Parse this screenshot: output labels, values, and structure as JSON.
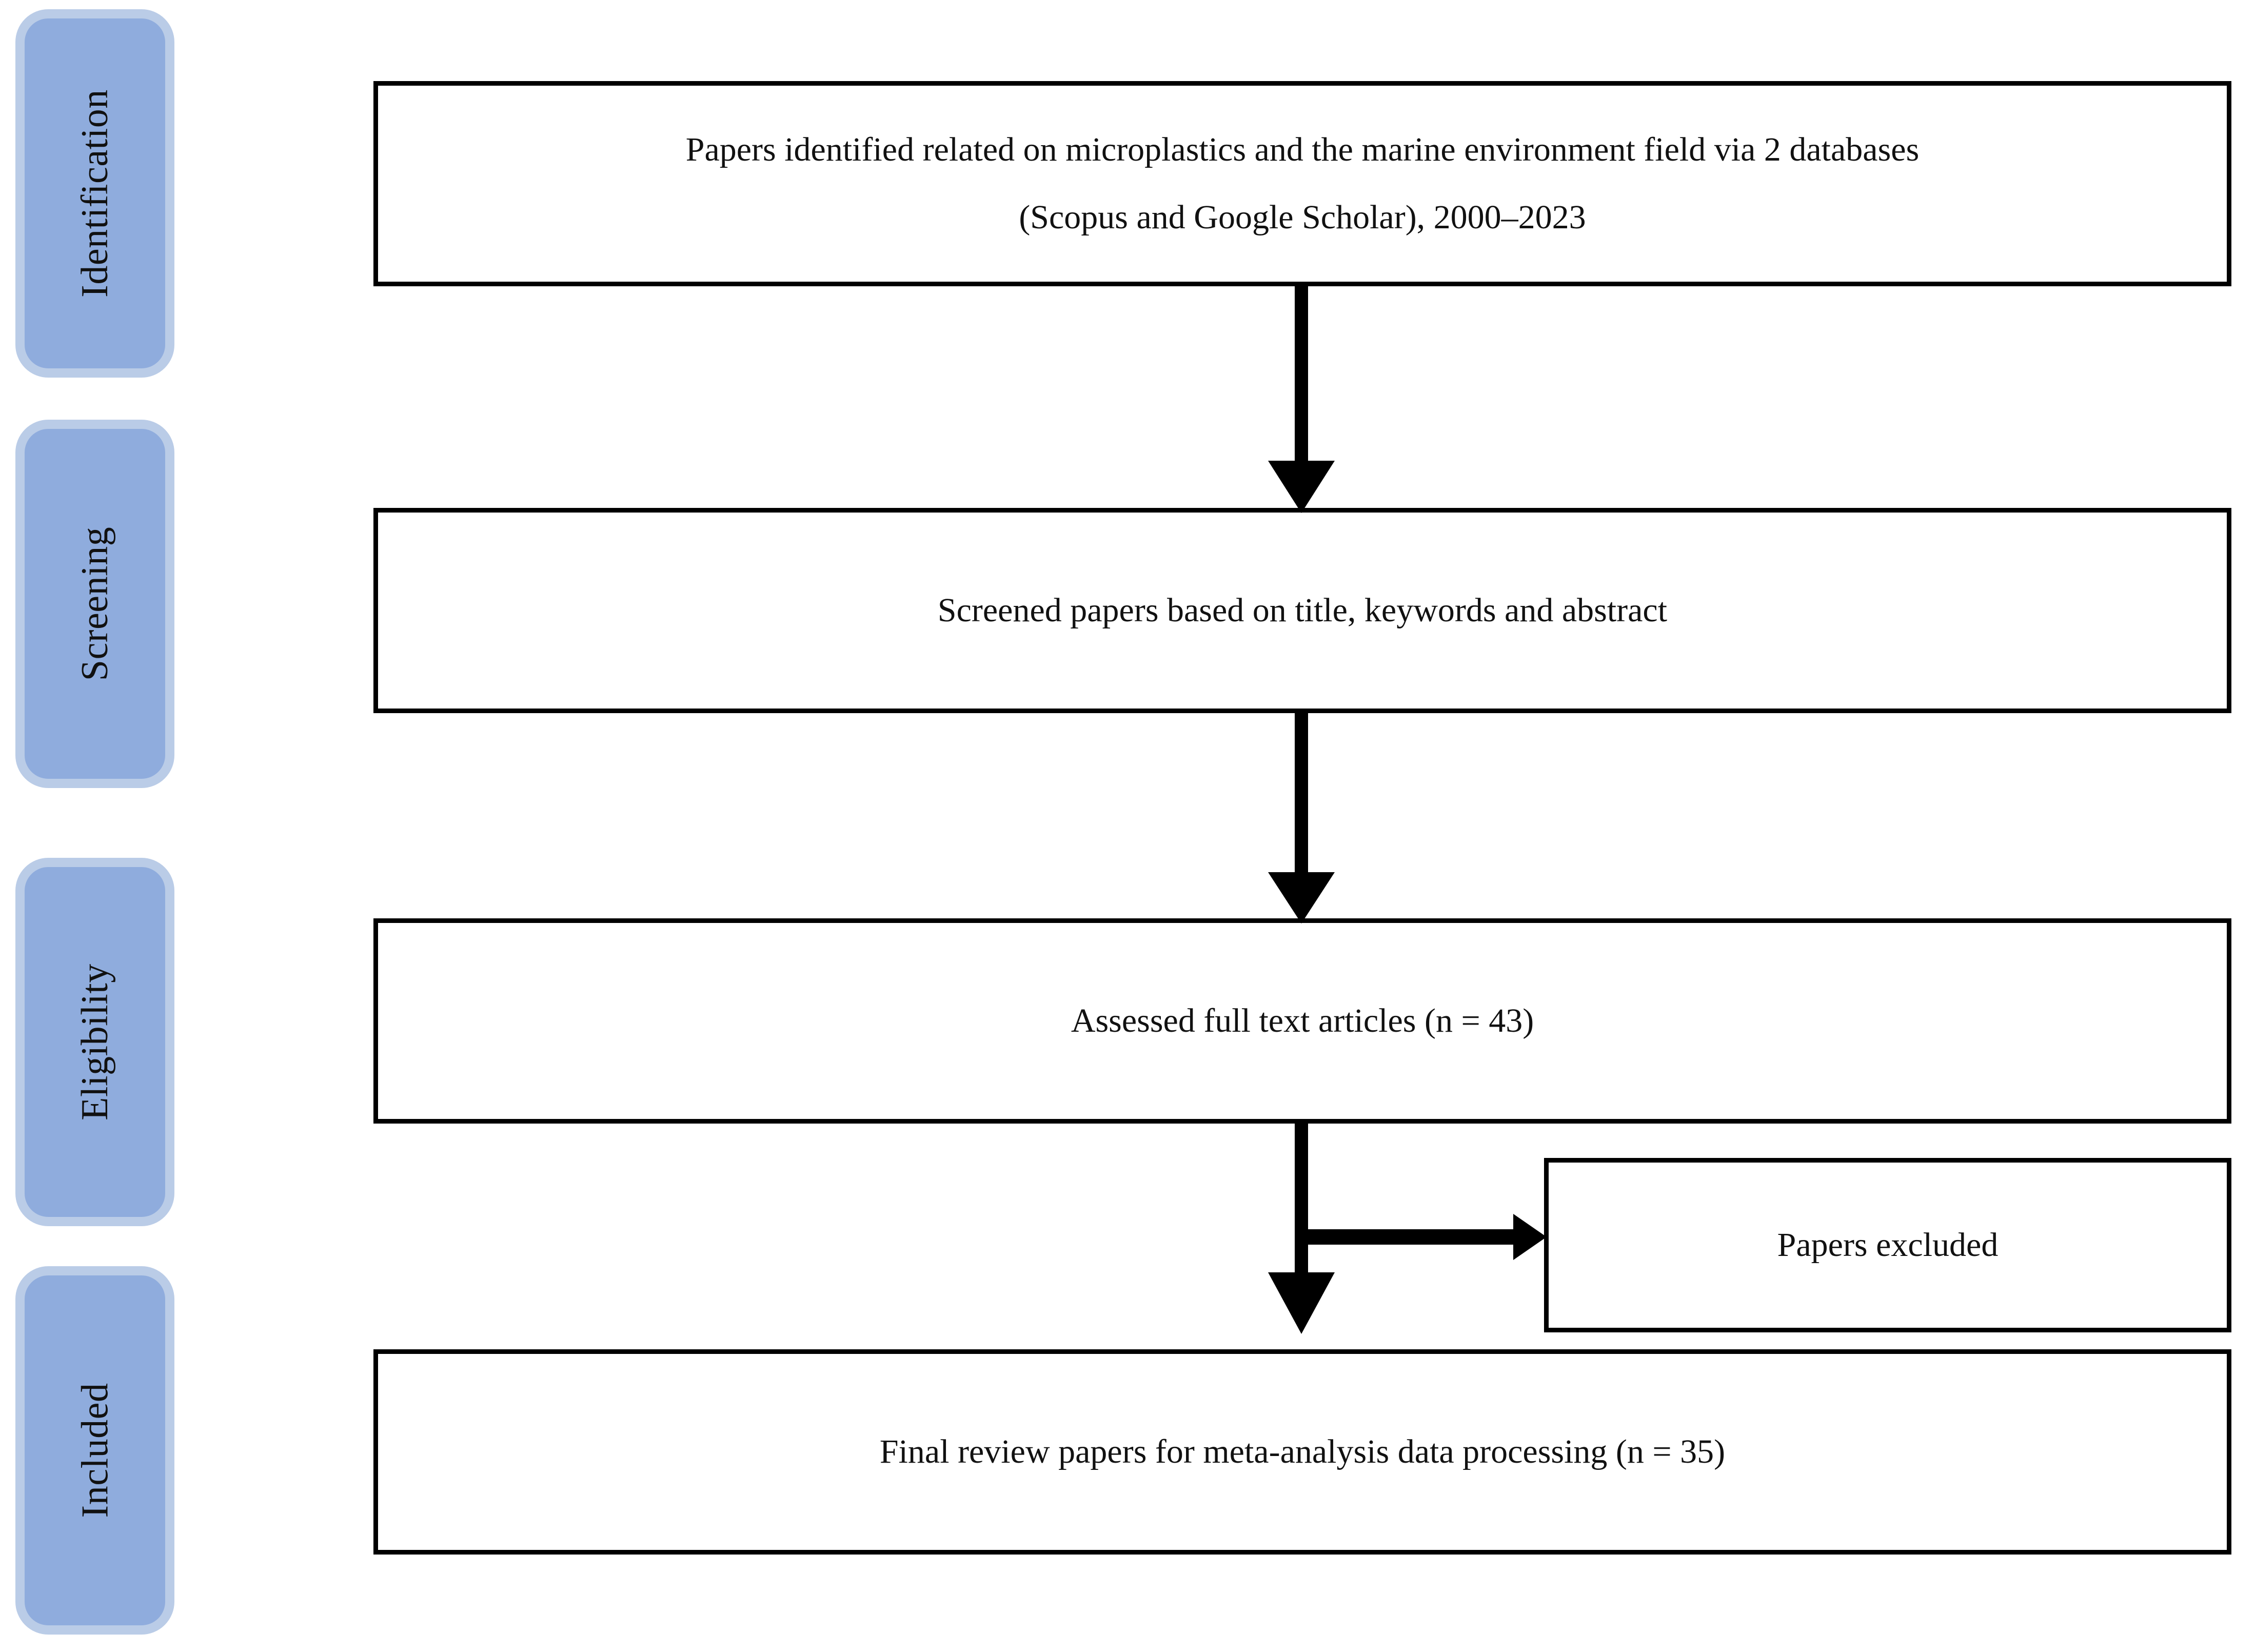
{
  "diagram": {
    "type": "prisma-flow-diagram",
    "title": "",
    "colors": {
      "pill_fill": "#8FACDD",
      "pill_border": "#BACCE7",
      "box_border": "#000000",
      "box_fill": "#FFFFFF",
      "text": "#111111",
      "arrow": "#000000"
    },
    "stages": [
      {
        "key": "identification",
        "label": "Identification"
      },
      {
        "key": "screening",
        "label": "Screening"
      },
      {
        "key": "eligibility",
        "label": "Eligibility"
      },
      {
        "key": "included",
        "label": "Included"
      }
    ],
    "boxes": [
      {
        "key": "identified",
        "stage": "identification",
        "lines": [
          "Papers identified related on microplastics and the marine environment field via 2 databases",
          "(Scopus and Google Scholar), 2000–2023"
        ]
      },
      {
        "key": "screened",
        "stage": "screening",
        "lines": [
          "Screened papers based on title, keywords and abstract"
        ]
      },
      {
        "key": "assessed",
        "stage": "eligibility",
        "lines": [
          "Assessed full text articles (n = 43)"
        ],
        "count": 43
      },
      {
        "key": "excluded",
        "stage": "eligibility",
        "lines": [
          "Papers excluded"
        ]
      },
      {
        "key": "final",
        "stage": "included",
        "lines": [
          "Final review papers for meta-analysis data processing (n = 35)"
        ],
        "count": 35
      }
    ],
    "arrows": [
      {
        "key": "identified-to-screened",
        "direction": "down",
        "from": "identified",
        "to": "screened"
      },
      {
        "key": "screened-to-assessed",
        "direction": "down",
        "from": "screened",
        "to": "assessed"
      },
      {
        "key": "assessed-to-final",
        "direction": "down",
        "from": "assessed",
        "to": "final"
      },
      {
        "key": "assessed-to-excluded",
        "direction": "right",
        "from": "assessed",
        "to": "excluded"
      }
    ]
  }
}
